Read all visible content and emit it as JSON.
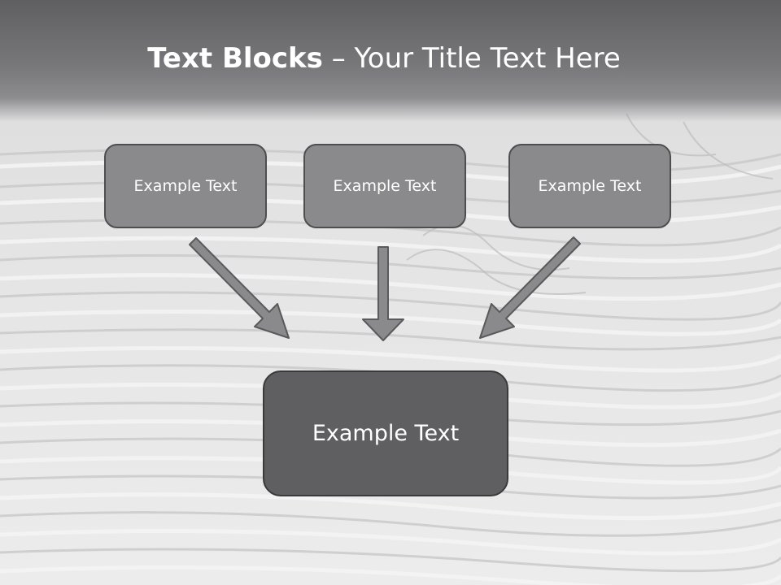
{
  "slide": {
    "title_bold": "Text Blocks",
    "title_dash": " – ",
    "title_rest": "Your Title Text Here"
  },
  "diagram": {
    "top_blocks": [
      {
        "label": "Example Text"
      },
      {
        "label": "Example Text"
      },
      {
        "label": "Example Text"
      }
    ],
    "bottom_block": {
      "label": "Example Text"
    }
  },
  "colors": {
    "top_block_fill": "#8a8a8c",
    "top_block_border": "#4e4e50",
    "bottom_block_fill": "#5f5f61",
    "arrow_fill": "#8a8a8c",
    "arrow_stroke": "#5a5a5c",
    "header_band": "#6a6a6d"
  }
}
